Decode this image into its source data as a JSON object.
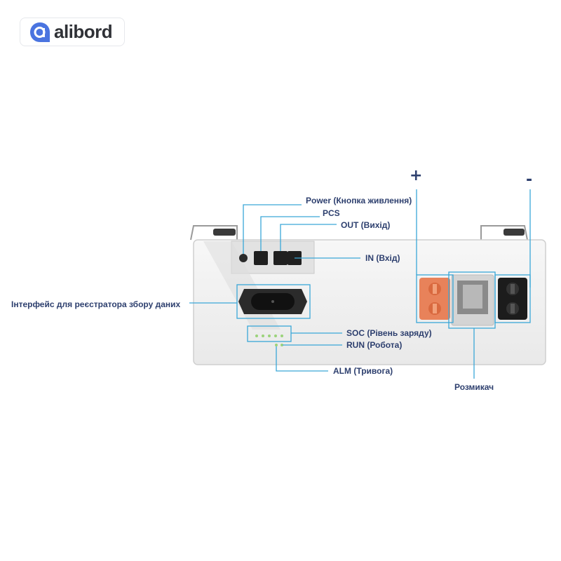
{
  "brand": {
    "logo_text": "alibord",
    "logo_color": "#4a74e0"
  },
  "colors": {
    "callout_line": "#3aa7d8",
    "label_text": "#2d3f6e",
    "positive_terminal": "#e8825a",
    "negative_terminal": "#1c1c1c",
    "chassis": "#f1f1f1"
  },
  "labels": {
    "power": "Power (Кнопка живлення)",
    "pcs": "PCS",
    "out": "OUT (Вихід)",
    "in": "IN (Вхід)",
    "logger": "Інтерфейс для реєстратора збору даних",
    "soc": "SOC (Рівень заряду)",
    "run": "RUN (Робота)",
    "alm": "ALM (Тривога)",
    "breaker": "Розмикач",
    "plus": "+",
    "minus": "-"
  }
}
